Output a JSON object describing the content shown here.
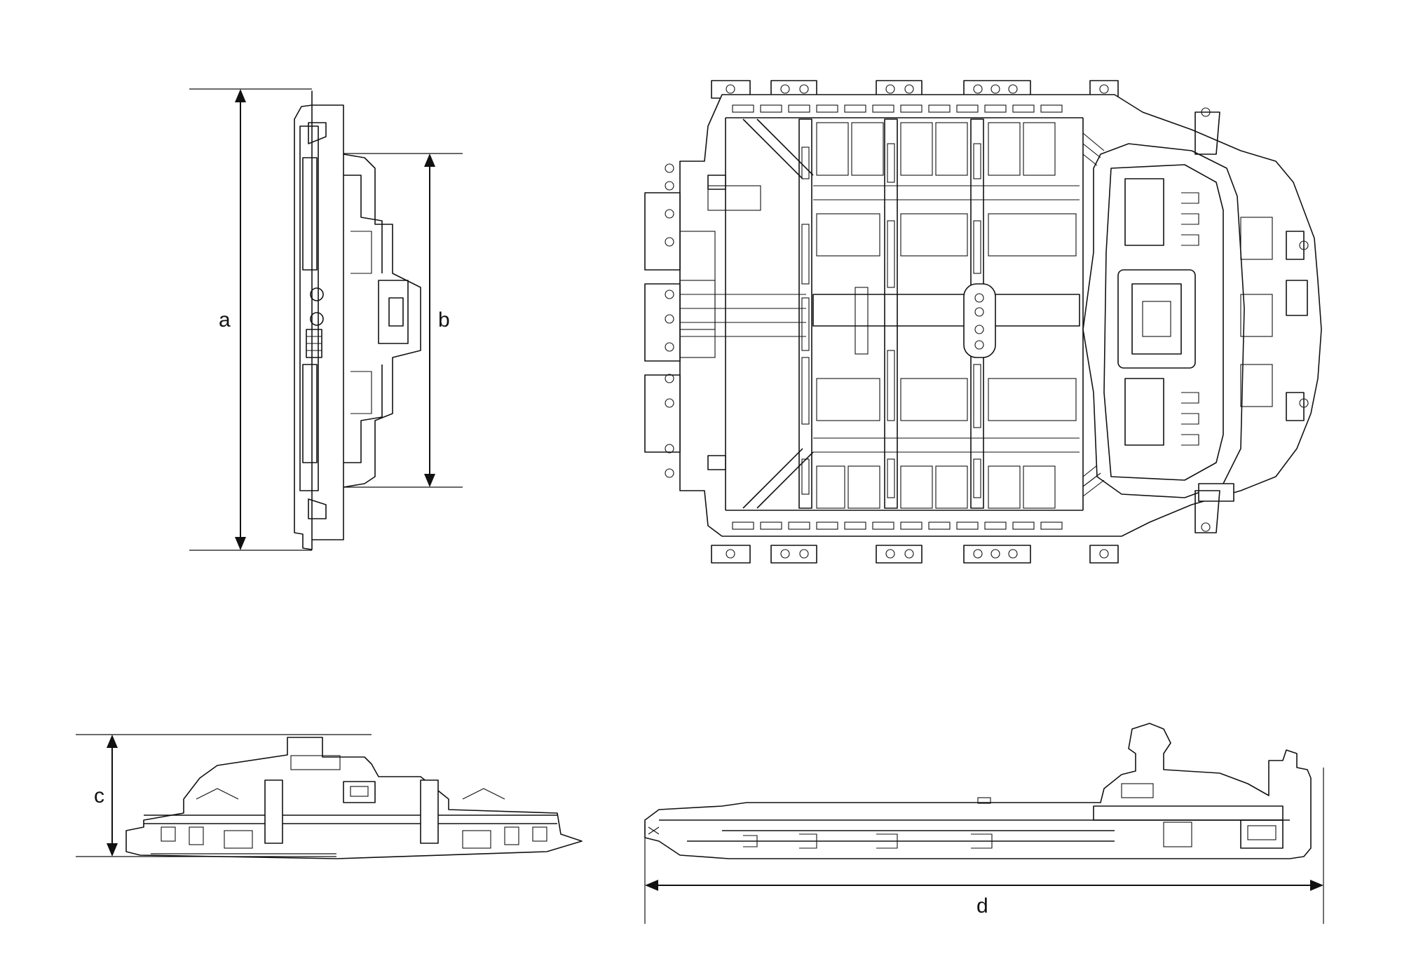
{
  "dimensions": {
    "a": "a",
    "b": "b",
    "c": "c",
    "d": "d"
  }
}
